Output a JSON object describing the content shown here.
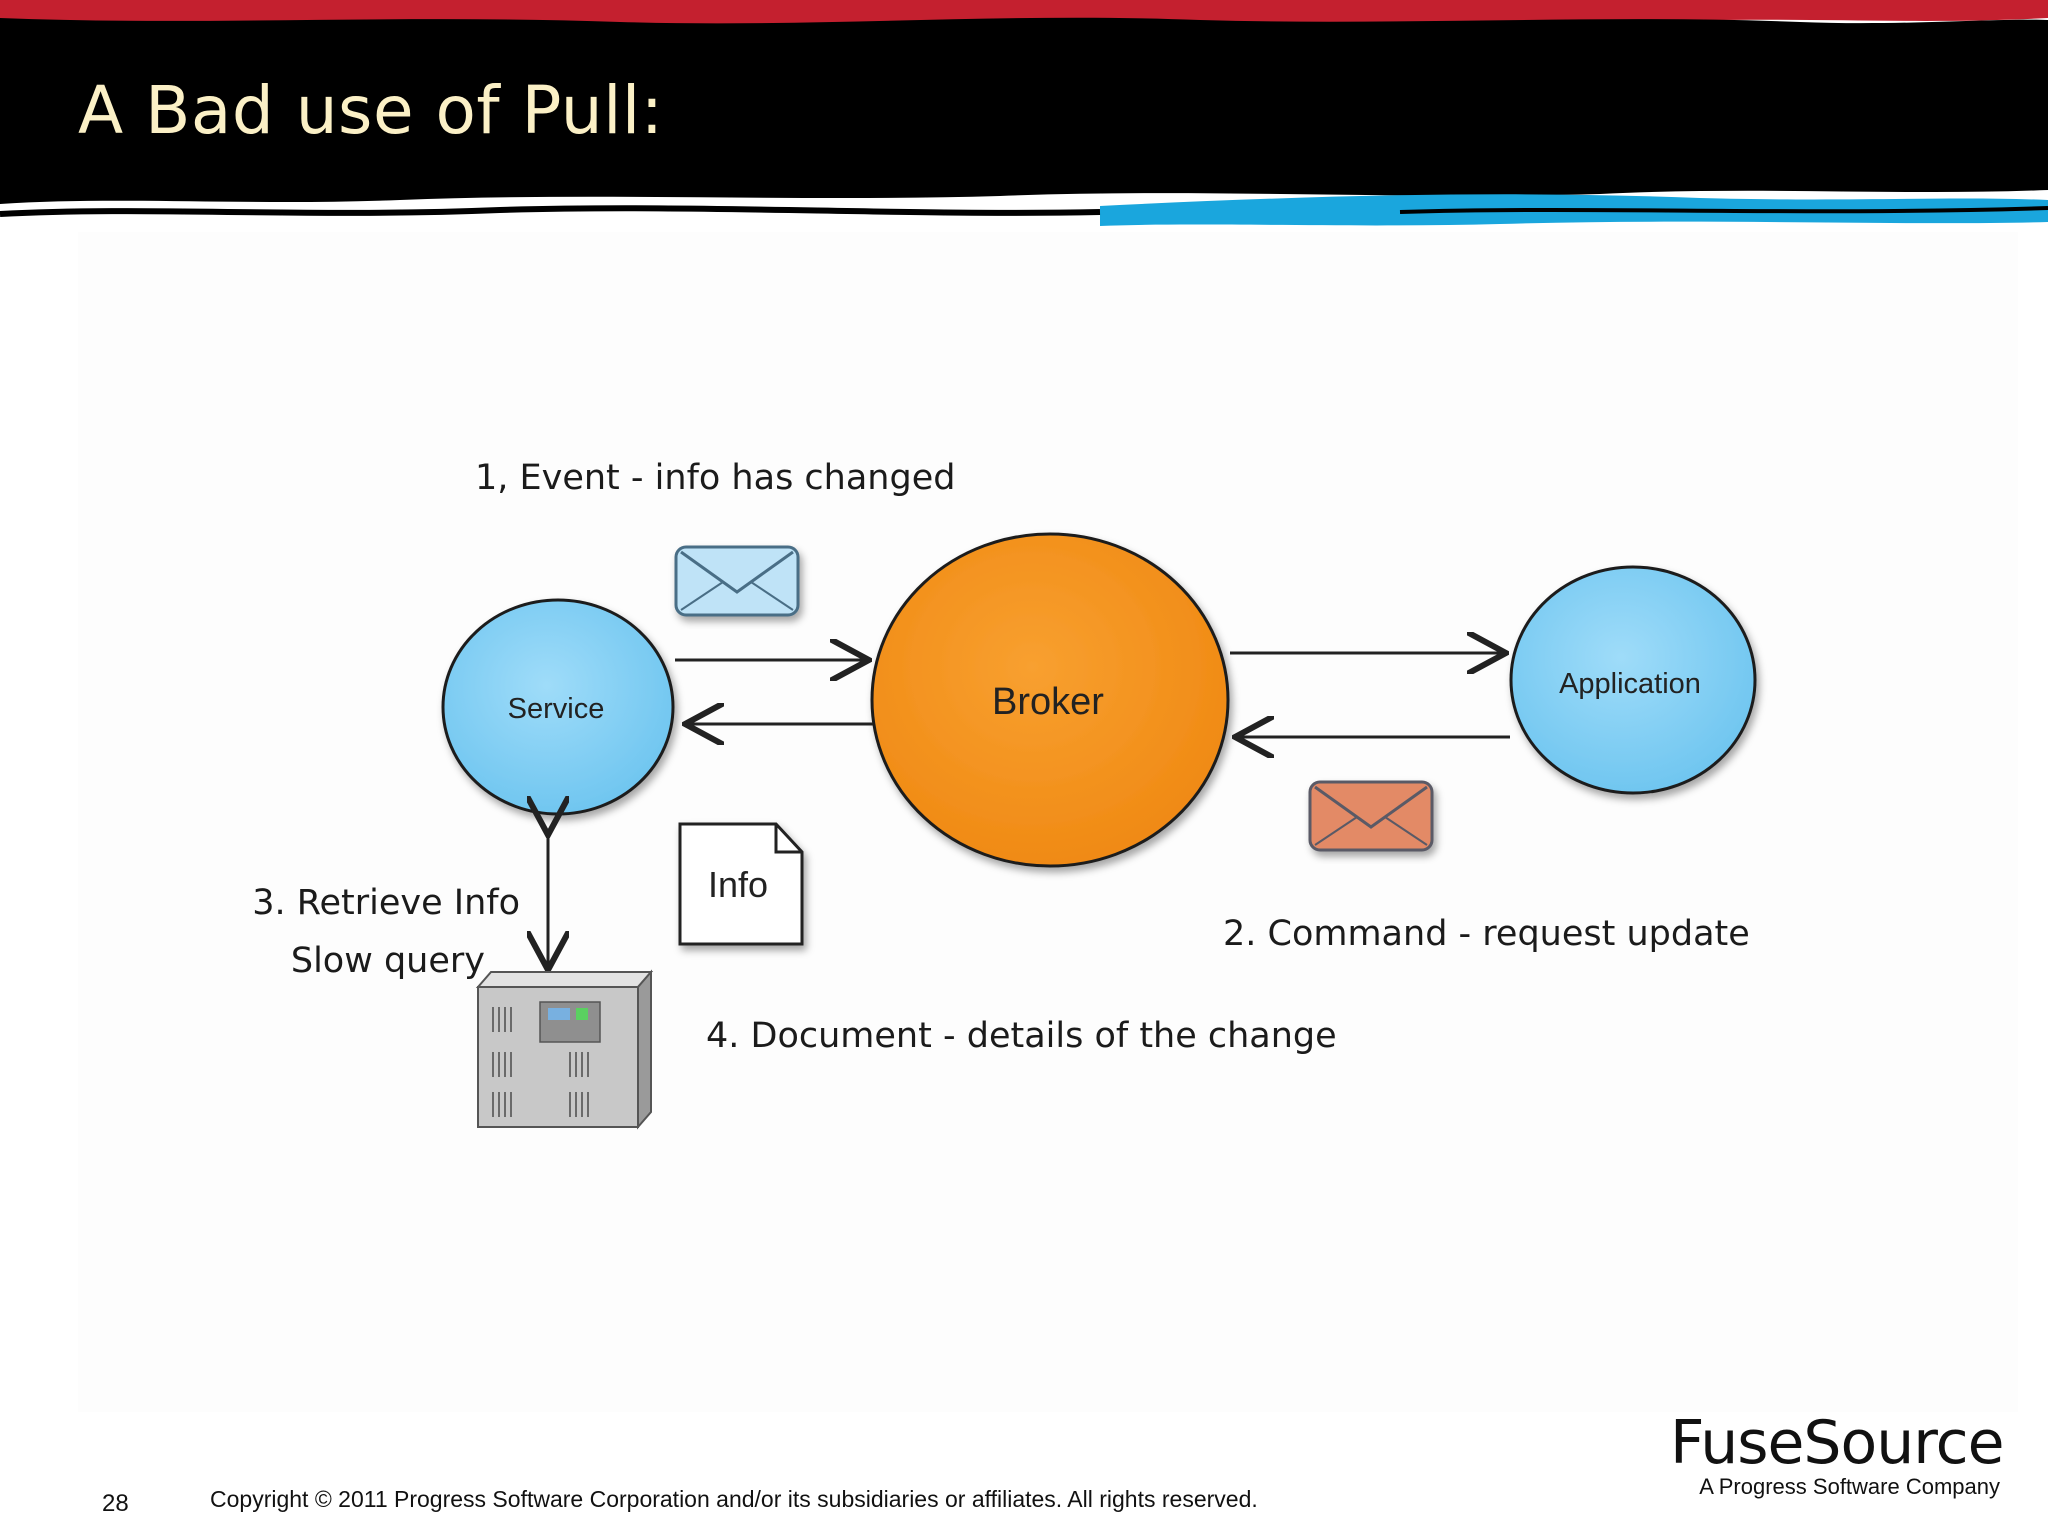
{
  "slide": {
    "title": "A Bad use of Pull:",
    "page_number": "28",
    "copyright": "Copyright © 2011 Progress Software Corporation and/or its subsidiaries or affiliates. All rights reserved."
  },
  "logo": {
    "name": "FuseSource",
    "tagline": "A Progress Software Company"
  },
  "diagram": {
    "nodes": {
      "service": "Service",
      "broker": "Broker",
      "application": "Application"
    },
    "document_label": "Info",
    "captions": {
      "step1": "1, Event - info has changed",
      "step2": "2. Command - request update",
      "step3_line1": "3. Retrieve Info",
      "step3_line2": "Slow query",
      "step4": "4. Document - details of the change"
    },
    "icons": [
      "envelope-icon",
      "document-icon",
      "database-server-icon"
    ]
  },
  "colors": {
    "header_black": "#000000",
    "header_red": "#c4202f",
    "header_blue": "#1aa6dd",
    "title_text": "#fbf0c6",
    "service_fill": "#86d0f4",
    "broker_fill": "#f5901e",
    "event_envelope": "#bfe3f7",
    "command_envelope": "#e38a66"
  }
}
